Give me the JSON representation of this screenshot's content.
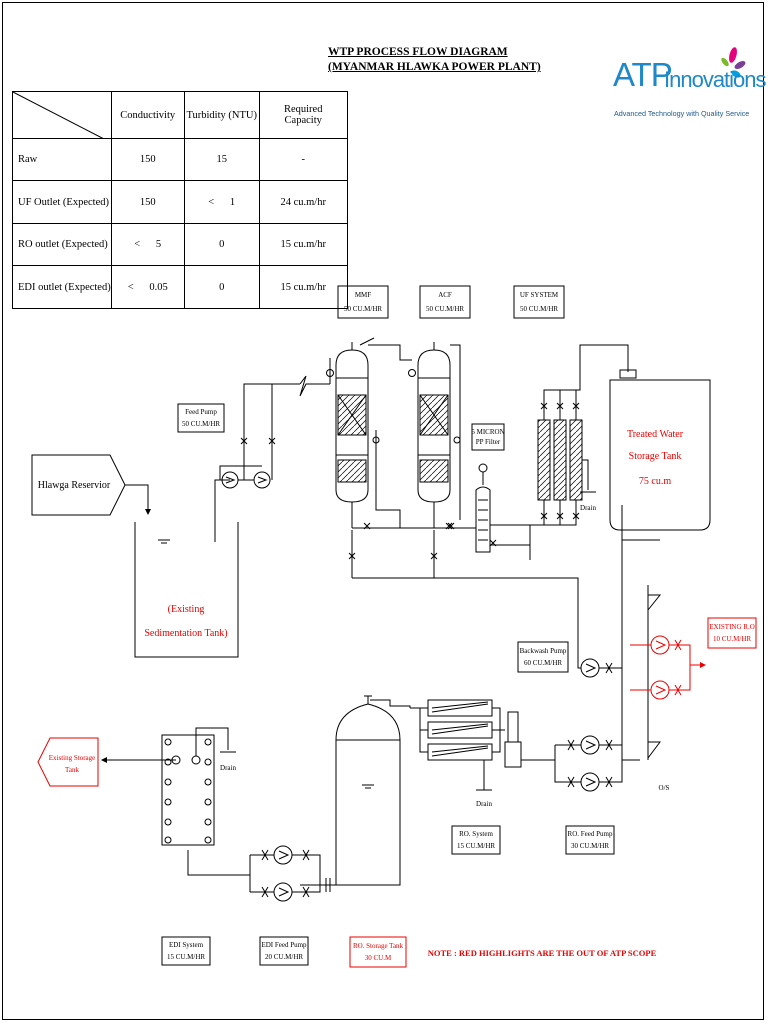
{
  "title": {
    "line1": "WTP PROCESS FLOW DIAGRAM",
    "line2": "(MYANMAR HLAWKA POWER PLANT)"
  },
  "logo": {
    "brand_atp": "ATP",
    "brand_innovations": "Innovations",
    "tagline": "Advanced Technology with Quality Service",
    "colors": {
      "blue": "#1e88c8",
      "petal1": "#e6007e",
      "petal2": "#7ab929",
      "petal3": "#00a0e3",
      "petal4": "#7b3f98"
    }
  },
  "table": {
    "headers": [
      "Conductivity",
      "Turbidity (NTU)",
      "Required Capacity"
    ],
    "rows": [
      {
        "label": "Raw",
        "conductivity": "150",
        "turbidity": "15",
        "capacity": "-"
      },
      {
        "label": "UF Outlet (Expected)",
        "conductivity": "150",
        "turbidity": "<      1",
        "capacity": "24 cu.m/hr"
      },
      {
        "label": "RO outlet (Expected)",
        "conductivity": "<      5",
        "turbidity": "0",
        "capacity": "15 cu.m/hr"
      },
      {
        "label": "EDI outlet (Expected)",
        "conductivity": "<      0.05",
        "turbidity": "0",
        "capacity": "15 cu.m/hr"
      }
    ]
  },
  "equipment": {
    "mmf": {
      "name": "MMF",
      "capacity": "50 CU.M/HR"
    },
    "acf": {
      "name": "ACF",
      "capacity": "50 CU.M/HR"
    },
    "uf": {
      "name": "UF SYSTEM",
      "capacity": "50 CU.M/HR"
    },
    "feed_pump": {
      "name": "Feed Pump",
      "capacity": "50 CU.M/HR"
    },
    "pp_filter": {
      "line1": "5 MICRON",
      "line2": "PP Filter"
    },
    "reservoir": "Hlawga Reservior",
    "sedimentation": {
      "line1": "(Existing",
      "line2": "Sedimentation Tank)"
    },
    "treated_tank": {
      "line1": "Treated Water",
      "line2": "Storage Tank",
      "line3": "75 cu.m"
    },
    "backwash_pump": {
      "name": "Backwash Pump",
      "capacity": "60 CU.M/HR"
    },
    "existing_ro": {
      "name": "EXISTING R.O",
      "capacity": "10 CU.M/HR"
    },
    "os_label": "O/S",
    "ro_feed_pump": {
      "name": "RO. Feed Pump",
      "capacity": "30 CU.M/HR"
    },
    "ro_system": {
      "name": "RO. System",
      "capacity": "15 CU.M/HR"
    },
    "ro_storage": {
      "name": "RO. Storage Tank",
      "capacity": "30 CU.M"
    },
    "edi_system": {
      "name": "EDI System",
      "capacity": "15 CU.M/HR"
    },
    "edi_feed_pump": {
      "name": "EDI Feed Pump",
      "capacity": "20 CU.M/HR"
    },
    "existing_storage": {
      "line1": "Existing Storage",
      "line2": "Tank"
    },
    "drain": "Drain"
  },
  "note": "NOTE : RED HIGHLIGHTS ARE THE OUT OF ATP SCOPE",
  "colors": {
    "out_of_scope": "#e00000",
    "line": "#000000"
  }
}
